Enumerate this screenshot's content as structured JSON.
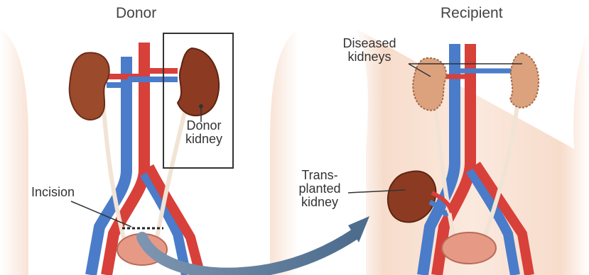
{
  "titles": {
    "donor": "Donor",
    "recipient": "Recipient"
  },
  "labels": {
    "donor_kidney_line1": "Donor",
    "donor_kidney_line2": "kidney",
    "incision": "Incision",
    "diseased_line1": "Diseased",
    "diseased_line2": "kidneys",
    "transplanted_line1": "Trans-",
    "transplanted_line2": "planted",
    "transplanted_line3": "kidney"
  },
  "colors": {
    "skin": "#f6d9c7",
    "artery": "#d8403a",
    "vein": "#4a7cc9",
    "kidney": "#8c3b22",
    "diseased_kidney": "#d9a07a",
    "bladder": "#e69a86",
    "arrow": "#5c7a9a"
  }
}
